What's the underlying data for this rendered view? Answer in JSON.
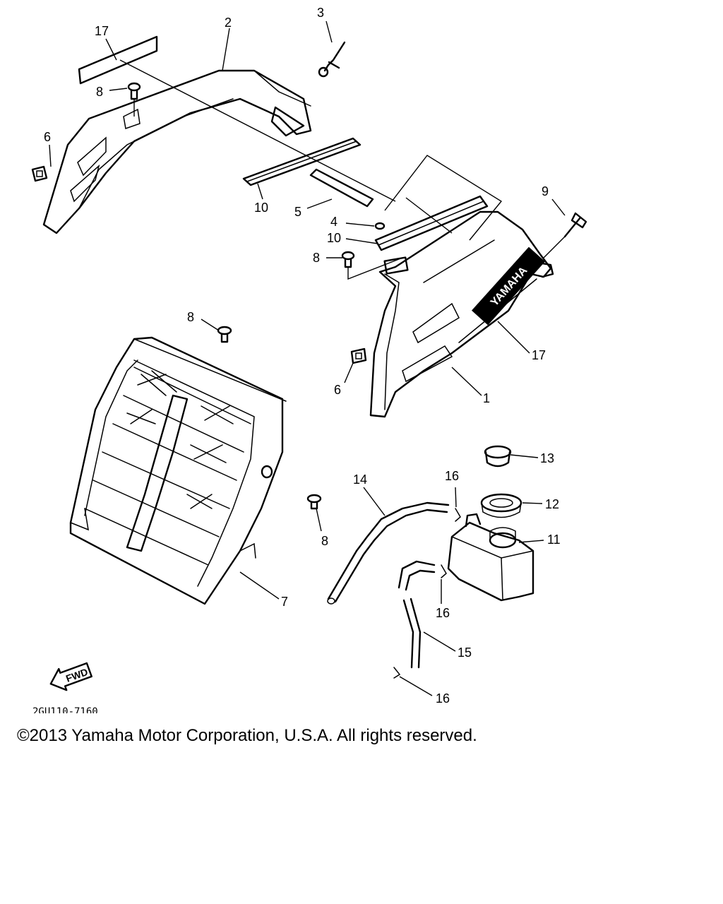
{
  "callouts": [
    {
      "label": "17"
    },
    {
      "label": "2"
    },
    {
      "label": "3"
    },
    {
      "label": "8"
    },
    {
      "label": "6"
    },
    {
      "label": "10"
    },
    {
      "label": "5"
    },
    {
      "label": "4"
    },
    {
      "label": "10"
    },
    {
      "label": "8"
    },
    {
      "label": "9"
    },
    {
      "label": "8"
    },
    {
      "label": "17"
    },
    {
      "label": "6"
    },
    {
      "label": "1"
    },
    {
      "label": "13"
    },
    {
      "label": "14"
    },
    {
      "label": "16"
    },
    {
      "label": "12"
    },
    {
      "label": "11"
    },
    {
      "label": "8"
    },
    {
      "label": "7"
    },
    {
      "label": "16"
    },
    {
      "label": "15"
    },
    {
      "label": "16"
    }
  ],
  "brand_mark": "YAMAHA",
  "direction_badge": "FWD",
  "drawing_code": "2GU110-7160",
  "copyright": "©2013 Yamaha Motor Corporation, U.S.A. All rights reserved."
}
